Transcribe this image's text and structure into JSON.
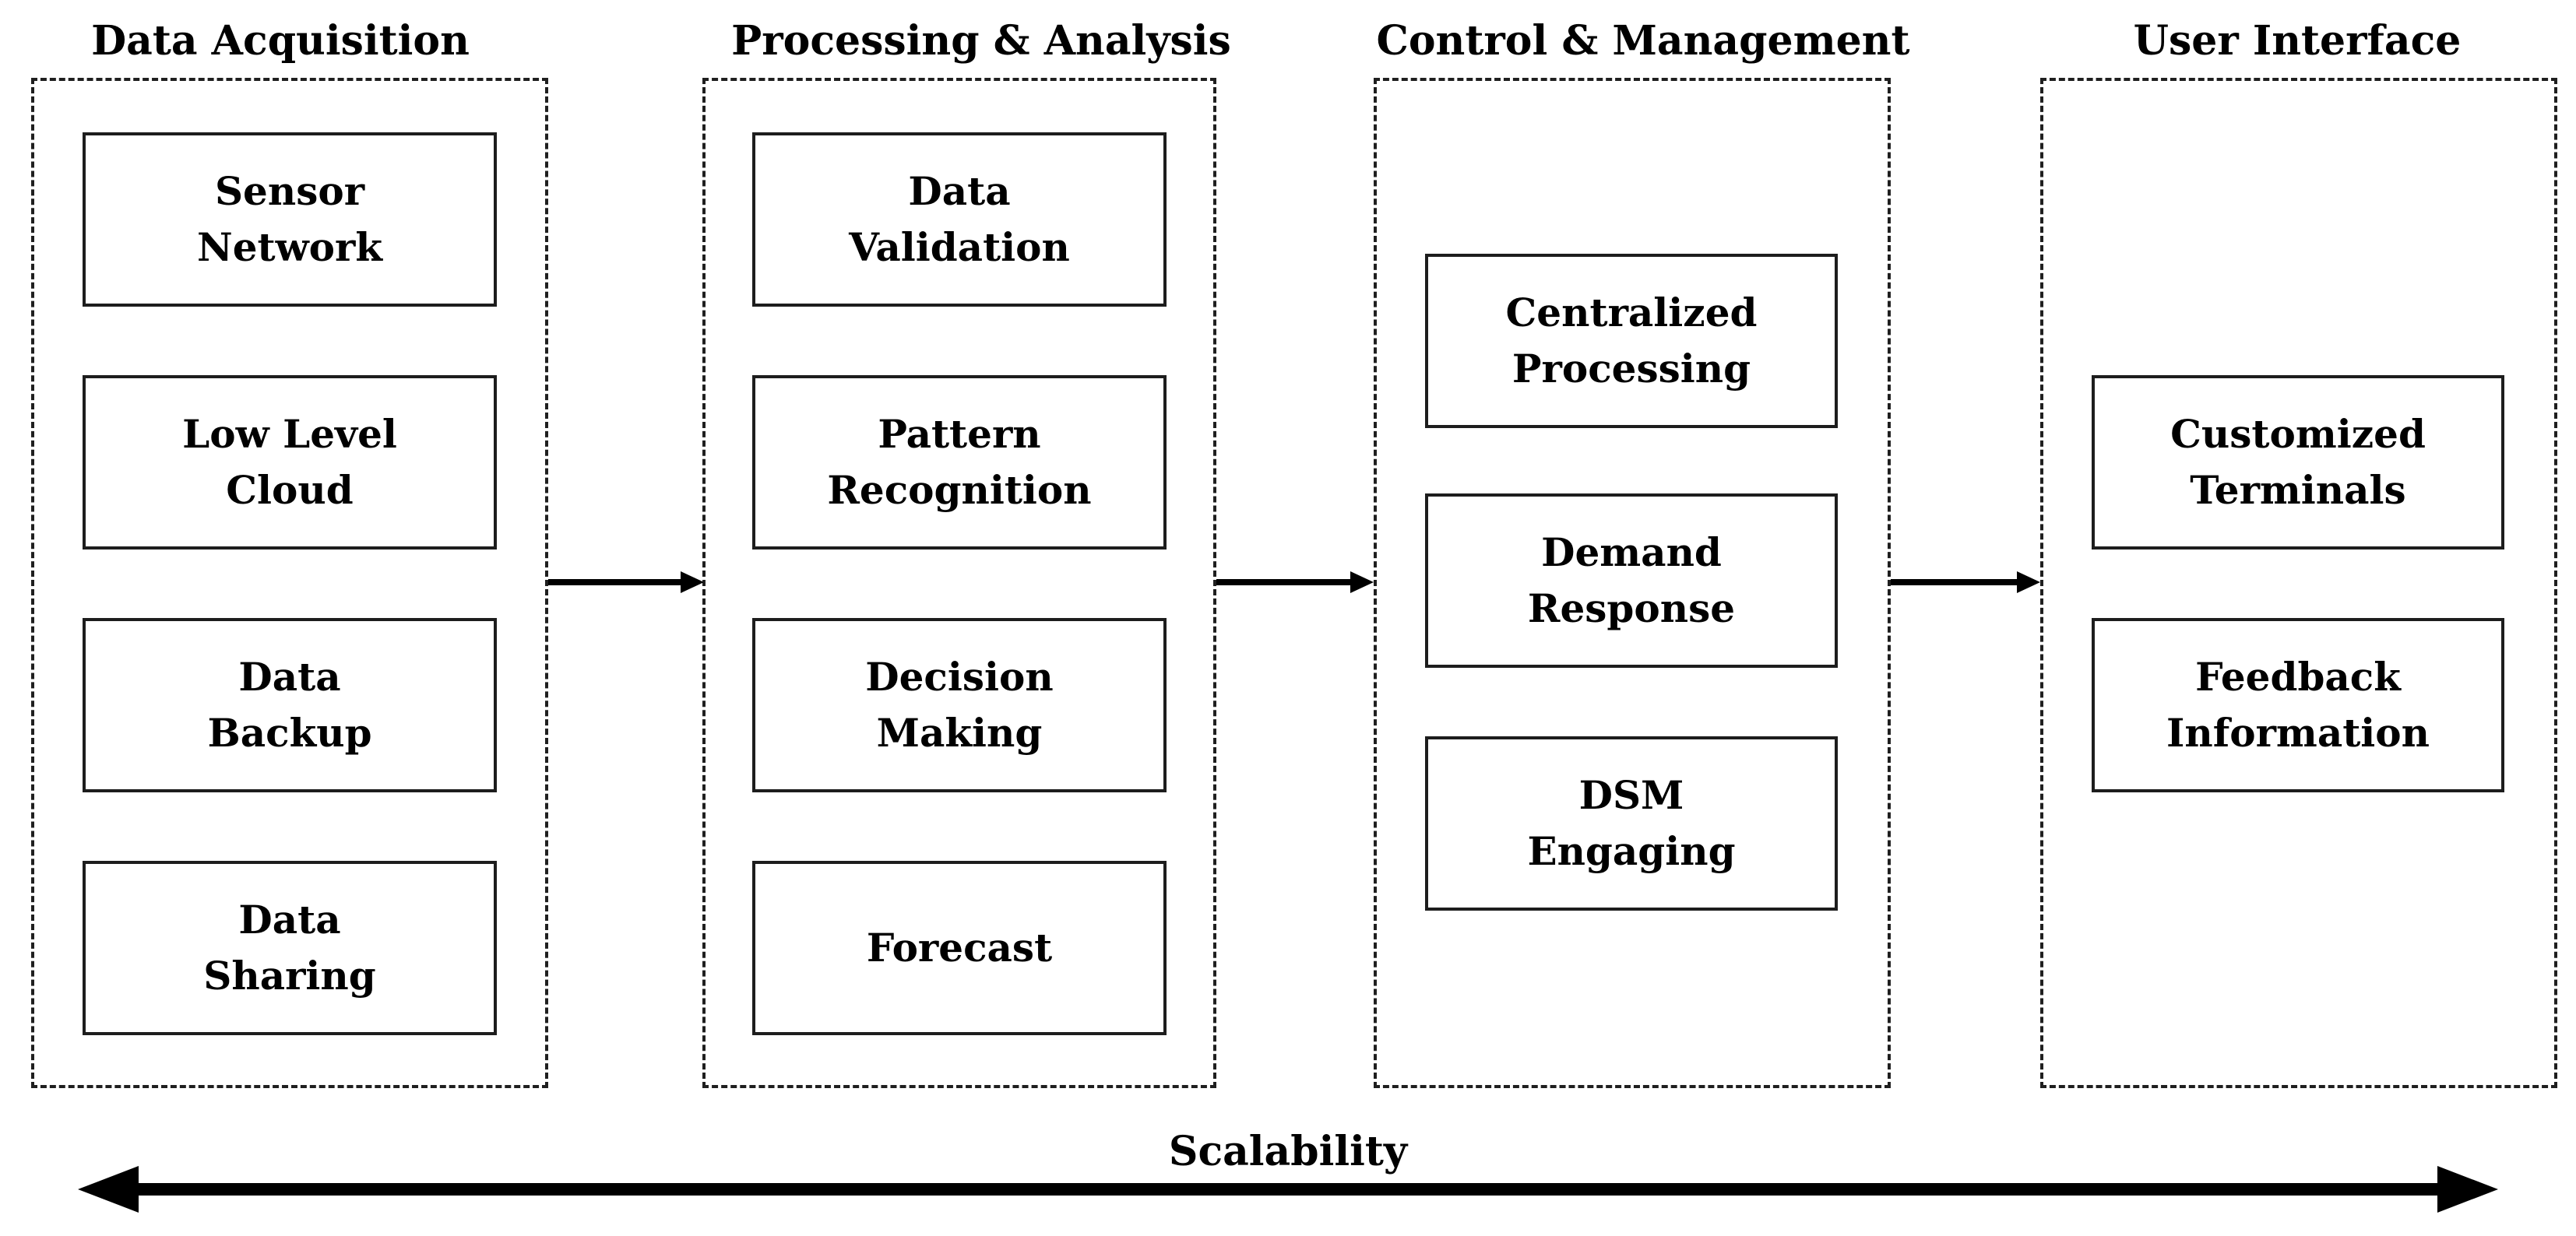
{
  "stages": [
    {
      "title": "Data Acquisition",
      "items": [
        "Sensor\nNetwork",
        "Low Level\nCloud",
        "Data\nBackup",
        "Data\nSharing"
      ]
    },
    {
      "title": "Processing & Analysis",
      "items": [
        "Data\nValidation",
        "Pattern\nRecognition",
        "Decision\nMaking",
        "Forecast"
      ]
    },
    {
      "title": "Control & Management",
      "items": [
        "Centralized\nProcessing",
        "Demand\nResponse",
        "DSM\nEngaging"
      ]
    },
    {
      "title": "User Interface",
      "items": [
        "Customized\nTerminals",
        "Feedback\nInformation"
      ]
    }
  ],
  "axis": {
    "label": "Scalability"
  },
  "colors": {
    "stroke": "#1d1d1d",
    "text": "#000000",
    "background": "#ffffff"
  }
}
